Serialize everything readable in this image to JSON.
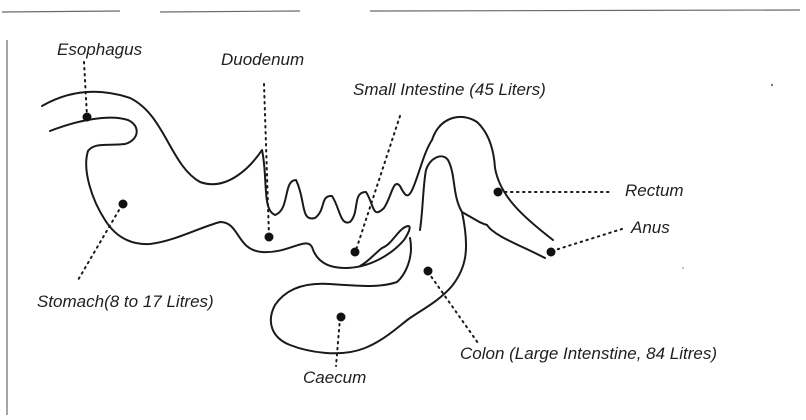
{
  "labels": {
    "esophagus": "Esophagus",
    "duodenum": "Duodenum",
    "small_intestine": "Small Intestine (45 Liters)",
    "rectum": "Rectum",
    "anus": "Anus",
    "stomach": "Stomach(8 to 17 Litres)",
    "colon": "Colon (Large Intenstine, 84 Litres)",
    "caecum": "Caecum"
  },
  "colors": {
    "ink": "#1a1a1a",
    "frame": "#6a6a6a",
    "background": "#ffffff"
  }
}
